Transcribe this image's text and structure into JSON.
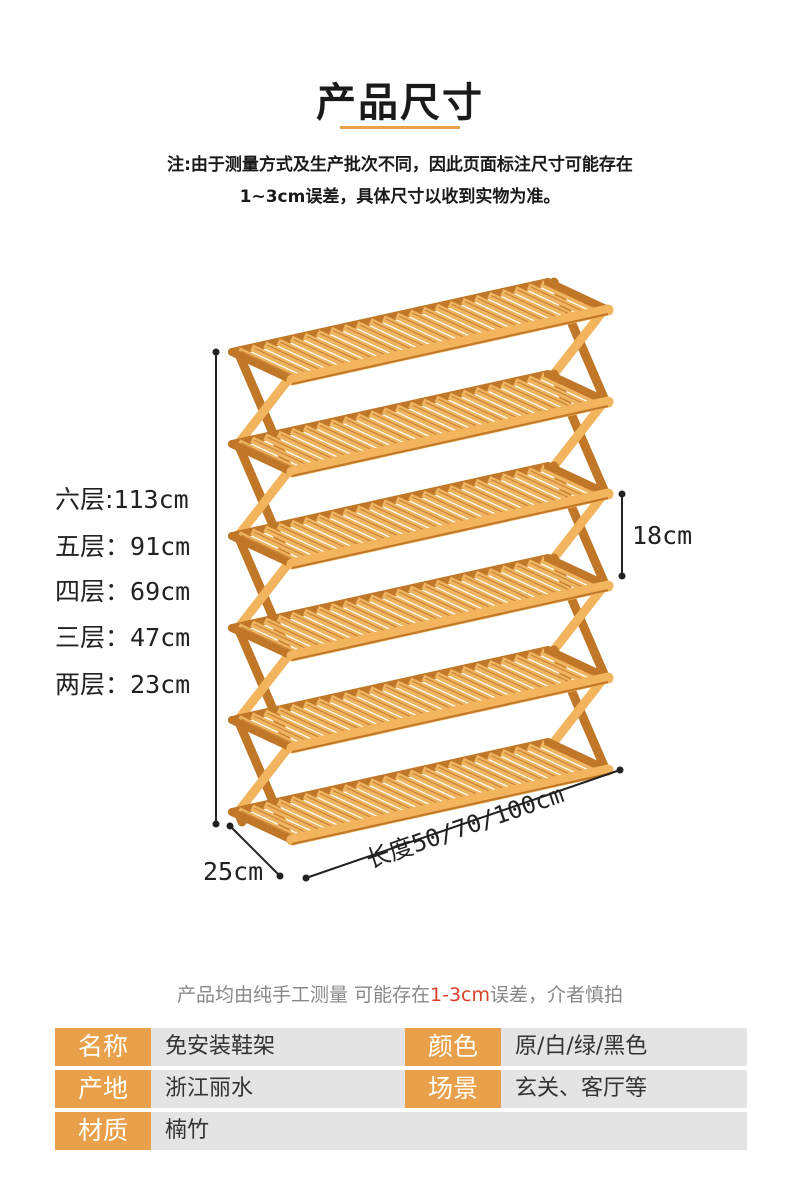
{
  "header": {
    "title": "产品尺寸",
    "note_line1": "注:由于测量方式及生产批次不同，因此页面标注尺寸可能存在",
    "note_line2": "1~3cm误差，具体尺寸以收到实物为准。"
  },
  "dimensions": {
    "layers": [
      {
        "label": "六层:",
        "value": "113cm"
      },
      {
        "label": "五层：",
        "value": "91cm"
      },
      {
        "label": "四层：",
        "value": "69cm"
      },
      {
        "label": "三层：",
        "value": "47cm"
      },
      {
        "label": "两层：",
        "value": "23cm"
      }
    ],
    "gap": "18cm",
    "depth": "25cm",
    "length": "长度50/70/100cm"
  },
  "footer": {
    "note_prefix": "产品均由纯手工测量 可能存在",
    "note_highlight": "1-3cm",
    "note_suffix": "误差，介者慎拍"
  },
  "specs": {
    "name_label": "名称",
    "name_value": "免安装鞋架",
    "color_label": "颜色",
    "color_value": "原/白/绿/黑色",
    "origin_label": "产地",
    "origin_value": "浙江丽水",
    "scene_label": "场景",
    "scene_value": "玄关、客厅等",
    "material_label": "材质",
    "material_value": "楠竹"
  },
  "colors": {
    "accent": "#e8a04a",
    "highlight": "#d9402b",
    "bamboo_light": "#f2b45c",
    "bamboo_dark": "#c07828"
  }
}
